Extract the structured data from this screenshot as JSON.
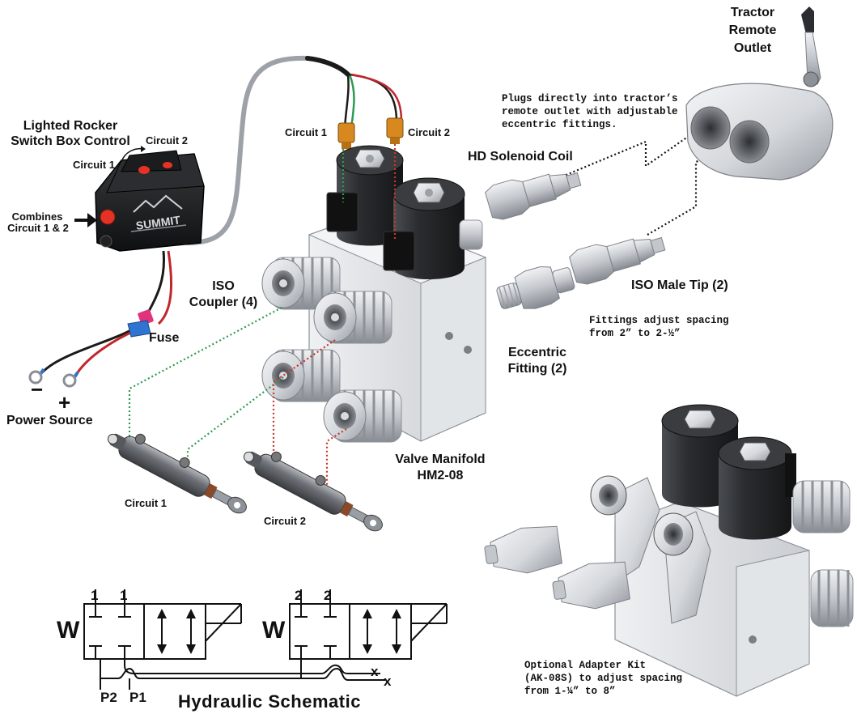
{
  "switch_box": {
    "title_line1": "Lighted Rocker",
    "title_line2": "Switch Box Control",
    "circuit1": "Circuit 1",
    "circuit2": "Circuit 2",
    "combines_line1": "Combines",
    "combines_line2": "Circuit 1 & 2",
    "brand_logo": "SUMMIT"
  },
  "power": {
    "fuse": "Fuse",
    "minus": "−",
    "plus": "+",
    "label": "Power Source"
  },
  "connectors": {
    "circuit1": "Circuit 1",
    "circuit2": "Circuit 2"
  },
  "solenoid": {
    "label": "HD Solenoid Coil"
  },
  "iso_coupler": {
    "line1": "ISO",
    "line2": "Coupler (4)"
  },
  "tractor": {
    "line1": "Tractor",
    "line2": "Remote",
    "line3": "Outlet",
    "note_line1": "Plugs directly into tractor’s",
    "note_line2": "remote outlet with adjustable",
    "note_line3": "eccentric fittings."
  },
  "iso_male": {
    "label": "ISO Male Tip (2)"
  },
  "eccentric": {
    "line1": "Eccentric",
    "line2": "Fitting (2)",
    "note_line1": "Fittings adjust spacing",
    "note_line2": "from 2” to 2-½”"
  },
  "manifold": {
    "line1": "Valve Manifold",
    "line2": "HM2-08"
  },
  "cylinders": {
    "circuit1": "Circuit 1",
    "circuit2": "Circuit 2"
  },
  "adapter": {
    "line1": "Optional Adapter Kit",
    "line2": "(AK-08S) to adjust spacing",
    "line3": "from 1-¼” to 8”"
  },
  "schematic": {
    "title": "Hydraulic Schematic",
    "w1": "W",
    "w2": "W",
    "port1a": "1",
    "port1b": "1",
    "port2a": "2",
    "port2b": "2",
    "p2": "P2",
    "p1": "P1",
    "xa": "x",
    "xb": "x"
  },
  "colors": {
    "steel_light": "#e4e6e9",
    "steel_mid": "#b9bdc2",
    "steel_dark": "#7c8087",
    "coil_dark": "#2b2d30",
    "wire_red": "#c0272d",
    "wire_green": "#2e9a52",
    "connector_orange": "#d7891f",
    "switch_red": "#e53224",
    "fuse_pink": "#e0337c",
    "fuse_blue": "#2f74d0",
    "dotted_green": "#2f9a4f",
    "dotted_red": "#c7362d"
  }
}
